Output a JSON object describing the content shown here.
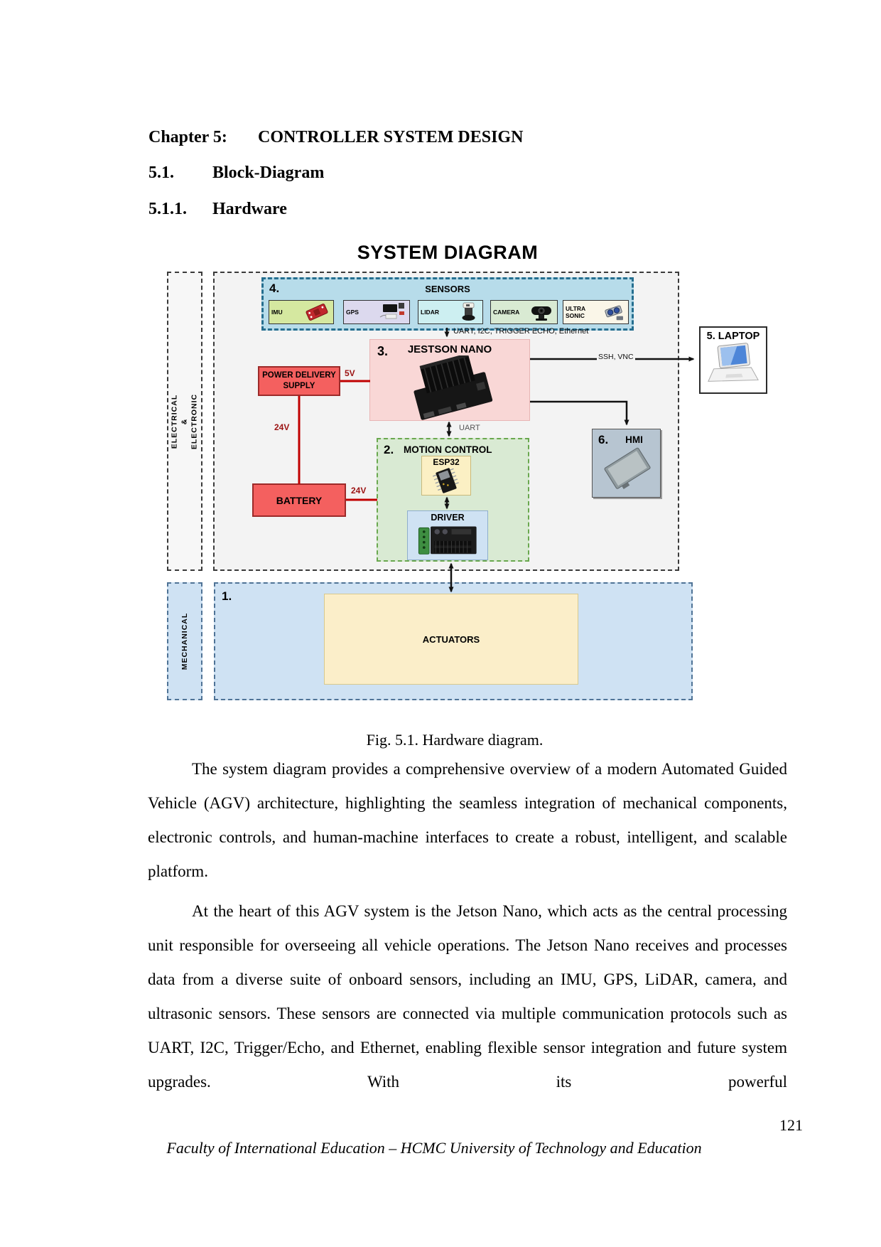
{
  "heading": {
    "chapter_label": "Chapter 5:",
    "chapter_title": "CONTROLLER SYSTEM DESIGN",
    "section_number": "5.1.",
    "section_title": "Block-Diagram",
    "subsection_number": "5.1.1.",
    "subsection_title": "Hardware"
  },
  "diagram": {
    "title": "SYSTEM DIAGRAM",
    "regions": {
      "electrical_label": "ELECTRICAL\n& ELECTRONIC",
      "mechanical_label": "MECHANICAL"
    },
    "sensors": {
      "number": "4.",
      "title": "SENSORS",
      "items": [
        {
          "label": "IMU",
          "color": "#d5e8a0"
        },
        {
          "label": "GPS",
          "color": "#dcd9ee"
        },
        {
          "label": "LIDAR",
          "color": "#cdeff1"
        },
        {
          "label": "CAMERA",
          "color": "#d9ead3"
        },
        {
          "label": "ULTRA SONIC",
          "color": "#faf6e8"
        }
      ],
      "bus_label": "UART, I2C, TRIGGER ECHO, Ethernet"
    },
    "jetson": {
      "number": "3.",
      "title": "JESTSON NANO"
    },
    "power_supply": {
      "label": "POWER DELIVERY SUPPLY"
    },
    "battery": {
      "label": "BATTERY"
    },
    "motion": {
      "number": "2.",
      "title": "MOTION CONTROL",
      "esp32_label": "ESP32",
      "driver_label": "DRIVER"
    },
    "hmi": {
      "number": "6.",
      "label": "HMI"
    },
    "laptop": {
      "label": "5. LAPTOP"
    },
    "mechanical": {
      "number": "1.",
      "actuators_label": "ACTUATORS"
    },
    "links": {
      "pds_to_jetson": "5V",
      "pds_to_battery": "24V",
      "battery_to_motion": "24V",
      "jetson_to_motion": "UART",
      "jetson_to_laptop": "SSH, VNC"
    },
    "colors": {
      "power_red": "#f4605f",
      "line_red": "#c00000",
      "sensors_blue": "#b7dcea",
      "jetson_pink": "#f9d7d6",
      "motion_green": "#d9ead3",
      "mechanical_blue": "#cfe2f3",
      "actuators_cream": "#fbeec9",
      "hmi_gray": "#b7c5d1"
    }
  },
  "figure_caption": "Fig. 5.1. Hardware diagram.",
  "paragraphs": [
    "The system diagram provides a comprehensive overview of a modern Automated Guided Vehicle (AGV) architecture, highlighting the seamless integration of mechanical components, electronic controls, and human-machine interfaces to create a robust, intelligent, and scalable platform.",
    "At the heart of this AGV system is the Jetson Nano, which acts as the central processing unit responsible for overseeing all vehicle operations. The Jetson Nano receives and processes data from a diverse suite of onboard sensors, including an IMU, GPS, LiDAR, camera, and ultrasonic sensors. These sensors are connected via multiple communication protocols such as UART, I2C, Trigger/Echo, and Ethernet, enabling flexible sensor integration and future system upgrades. With its powerful"
  ],
  "footer": {
    "page_number": "121",
    "affiliation": "Faculty of International Education – HCMC University of Technology and Education"
  }
}
